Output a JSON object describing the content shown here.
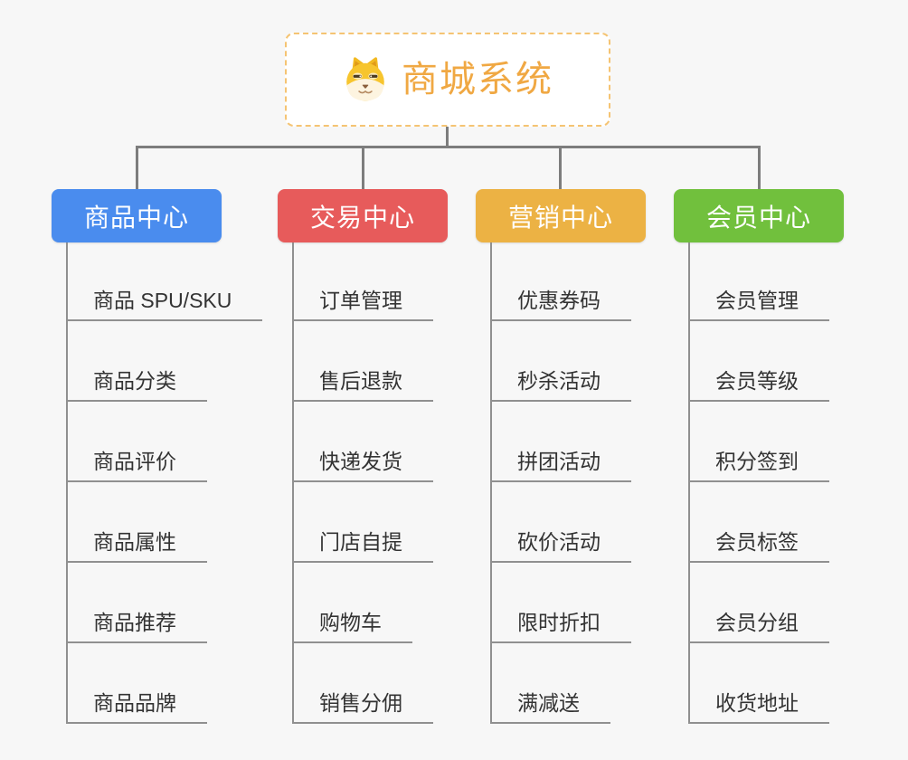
{
  "root": {
    "title": "商城系统",
    "title_color": "#f0a843",
    "border_color": "#f5c473",
    "icon": "dog-face-icon"
  },
  "connector_color": "#7d7d7d",
  "line_color": "#909090",
  "background": "#f7f7f7",
  "branches": [
    {
      "title": "商品中心",
      "color": "#4a8cee",
      "items": [
        "商品 SPU/SKU",
        "商品分类",
        "商品评价",
        "商品属性",
        "商品推荐",
        "商品品牌"
      ]
    },
    {
      "title": "交易中心",
      "color": "#e75b5b",
      "items": [
        "订单管理",
        "售后退款",
        "快递发货",
        "门店自提",
        "购物车",
        "销售分佣"
      ]
    },
    {
      "title": "营销中心",
      "color": "#ecb244",
      "items": [
        "优惠券码",
        "秒杀活动",
        "拼团活动",
        "砍价活动",
        "限时折扣",
        "满减送"
      ]
    },
    {
      "title": "会员中心",
      "color": "#71c03d",
      "items": [
        "会员管理",
        "会员等级",
        "积分签到",
        "会员标签",
        "会员分组",
        "收货地址"
      ]
    }
  ]
}
